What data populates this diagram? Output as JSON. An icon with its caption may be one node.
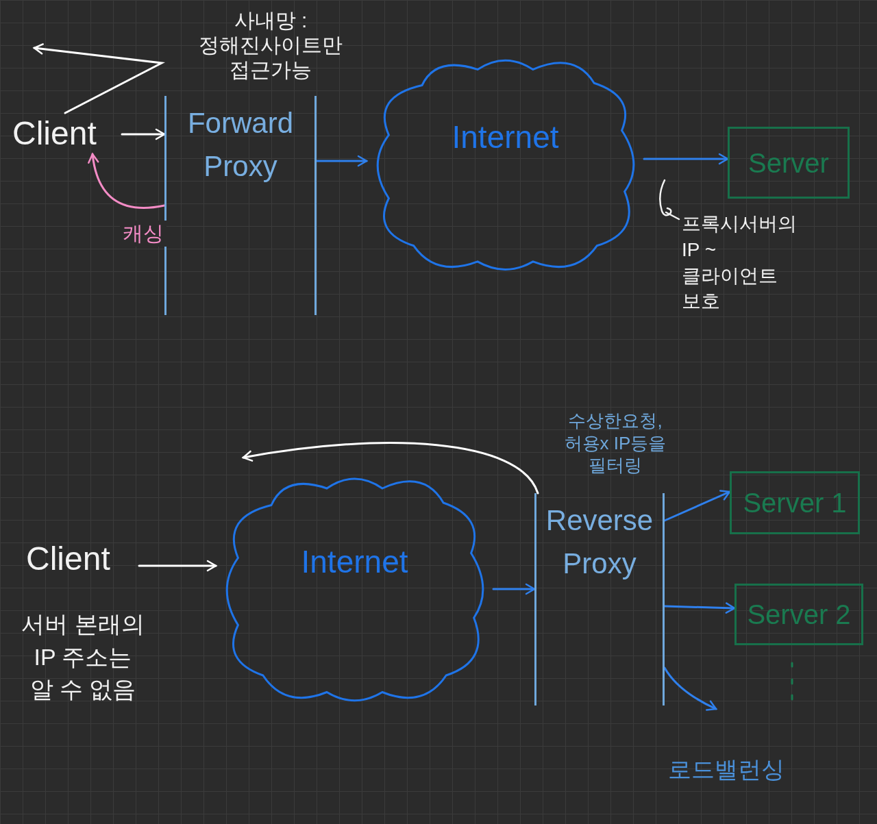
{
  "diagram": {
    "nodes": [
      {
        "text": [
          "Client"
        ]
      },
      {
        "text": [
          "Forward Proxy"
        ]
      },
      {
        "text": [
          "Internet"
        ]
      },
      {
        "text": [
          "Server"
        ]
      },
      {
        "text": [
          "Client"
        ]
      },
      {
        "text": [
          "Internet"
        ]
      },
      {
        "text": [
          "Reverse Proxy"
        ],
        "beside": [
          "수상한요청, 허용x IP등을 필터링"
        ]
      },
      {
        "text": [
          "Server 1"
        ]
      },
      {
        "text": [
          "Server 2"
        ]
      }
    ],
    "edges": [
      {
        "from": 0,
        "to": 1,
        "arrow": "to",
        "color": "#ffffff"
      },
      {
        "from": 0,
        "to": null,
        "arrow": "to",
        "color": "#ffffff"
      },
      {
        "from": 1,
        "to": 0,
        "arrow": "to",
        "label": "캐싱",
        "color": "#f48cc6"
      },
      {
        "from": 1,
        "to": 2,
        "arrow": "to"
      },
      {
        "from": 2,
        "to": 3,
        "arrow": "to"
      },
      {
        "from": 4,
        "to": 5,
        "arrow": "to",
        "color": "#ffffff"
      },
      {
        "from": 5,
        "to": 6,
        "arrow": "to"
      },
      {
        "from": 6,
        "to": null,
        "arrow": "to",
        "color": "#ffffff"
      },
      {
        "from": 6,
        "to": 7,
        "arrow": "to"
      },
      {
        "from": 6,
        "to": 8,
        "arrow": "to"
      },
      {
        "from": 6,
        "to": null,
        "arrow": "to"
      }
    ],
    "labels": [
      "사내망 : 정해진사이트만 접근가능",
      "프록시서버의 IP ~ 클라이언트 보호",
      "서버 본래의 IP 주소는 알 수 없음",
      "로드밸런싱"
    ]
  }
}
